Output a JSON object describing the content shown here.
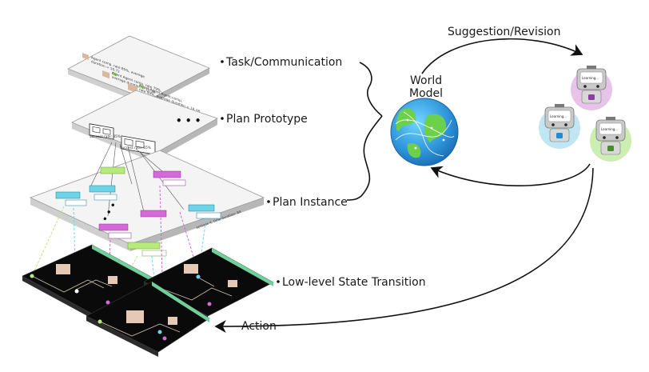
{
  "labels": {
    "task": "Task/Communication",
    "prototype": "Plan Prototype",
    "instance": "Plan Instance",
    "lowlevel": "Low-level State Transition",
    "suggestion": "Suggestion/Revision",
    "action": "Action",
    "world_model_line1": "World",
    "world_model_line2": "Model"
  },
  "task_cards": [
    {
      "text1": "Agent comp. rate 85%, average",
      "text2": "duration = 10.72"
    },
    {
      "text1": "Agent Agent comp. rate 79%,",
      "text2": "average duration = 12.20"
    },
    {
      "text1": "Agent Agent Agent comp.",
      "text2": "rate 93%, average duration = 18.38"
    }
  ],
  "prototype": {
    "success1": "Success rate: 85%",
    "success2": "Success rate: 55%",
    "ellipsis": "• • •"
  },
  "instance": {
    "ellipsis": "• • •",
    "episode": "episode 4, time duration: 84"
  },
  "robots": [
    {
      "screen": "Learning...",
      "color": "#e7c3ea"
    },
    {
      "screen": "Learning...",
      "color": "#bfe6f2"
    },
    {
      "screen": "Learning...",
      "color": "#cdeeb3"
    }
  ],
  "colors": {
    "cyan": "#6fd3e8",
    "magenta": "#d46ad8",
    "lime": "#b6ea7a",
    "board_edge": "#6fd09a"
  }
}
